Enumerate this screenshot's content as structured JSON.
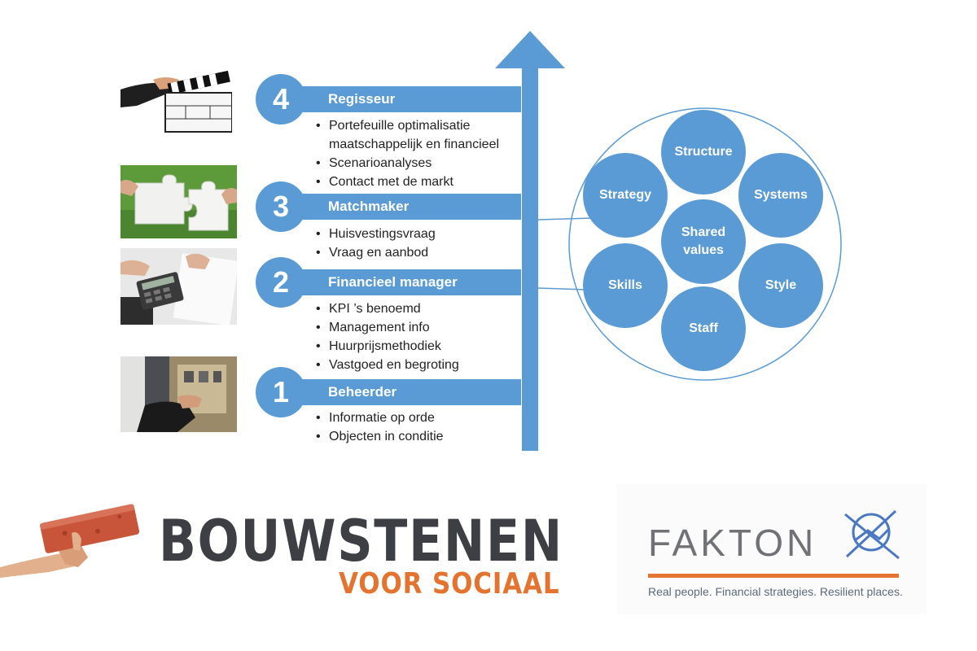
{
  "levels": [
    {
      "number": "4",
      "title": "Regisseur",
      "items": [
        "Portefeuille optimalisatie maatschappelijk en financieel",
        "Scenarioanalyses",
        "Contact met de markt"
      ]
    },
    {
      "number": "3",
      "title": "Matchmaker",
      "items": [
        "Huisvestingsvraag",
        "Vraag en aanbod"
      ]
    },
    {
      "number": "2",
      "title": "Financieel manager",
      "items": [
        "KPI ’s benoemd",
        "Management info",
        "Huurprijsmethodiek",
        "Vastgoed en begroting"
      ]
    },
    {
      "number": "1",
      "title": "Beheerder",
      "items": [
        "Informatie op orde",
        "Objecten in conditie"
      ]
    }
  ],
  "seven_s": {
    "top": "Structure",
    "left_top": "Strategy",
    "right_top": "Systems",
    "center": "Shared values",
    "left_bottom": "Skills",
    "right_bottom": "Style",
    "bottom": "Staff"
  },
  "photos": [
    "clapperboard-photo",
    "puzzle-pieces-photo",
    "calculator-photo",
    "technician-photo"
  ],
  "logo_bouwstenen": {
    "title": "BOUWSTENEN",
    "subtitle": "VOOR SOCIAAL"
  },
  "logo_fakton": {
    "name": "FAKTON",
    "tagline": "Real people. Financial strategies. Resilient places."
  },
  "colors": {
    "accent_blue": "#5b9bd5",
    "orange": "#e57330",
    "dark_gray": "#3d3f44"
  }
}
